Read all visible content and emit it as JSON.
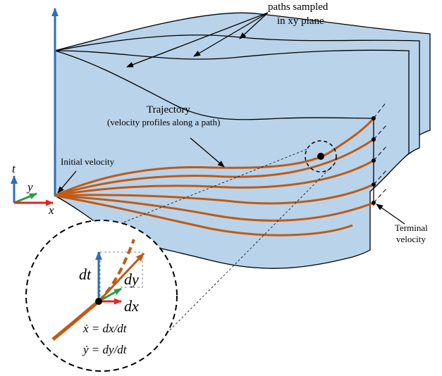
{
  "labels": {
    "paths_line1": "paths sampled",
    "paths_line2": "in xy plane",
    "trajectory_title": "Trajectory",
    "trajectory_sub": "(velocity profiles along a path)",
    "initial_velocity": "Initial velocity",
    "terminal_line1": "Terminal",
    "terminal_line2": "velocity"
  },
  "axes": {
    "t": "t",
    "y": "y",
    "x": "x"
  },
  "zoom": {
    "dt": "dt",
    "dy": "dy",
    "dx": "dx",
    "eq1": "ẋ = dx/dt",
    "eq2": "ẏ = dy/dt"
  },
  "colors": {
    "plane_fill": "#b9d3ea",
    "trajectory": "#c05a14",
    "axis_t": "#2e6fb4",
    "axis_y": "#1fa049",
    "axis_x": "#e0251e"
  }
}
